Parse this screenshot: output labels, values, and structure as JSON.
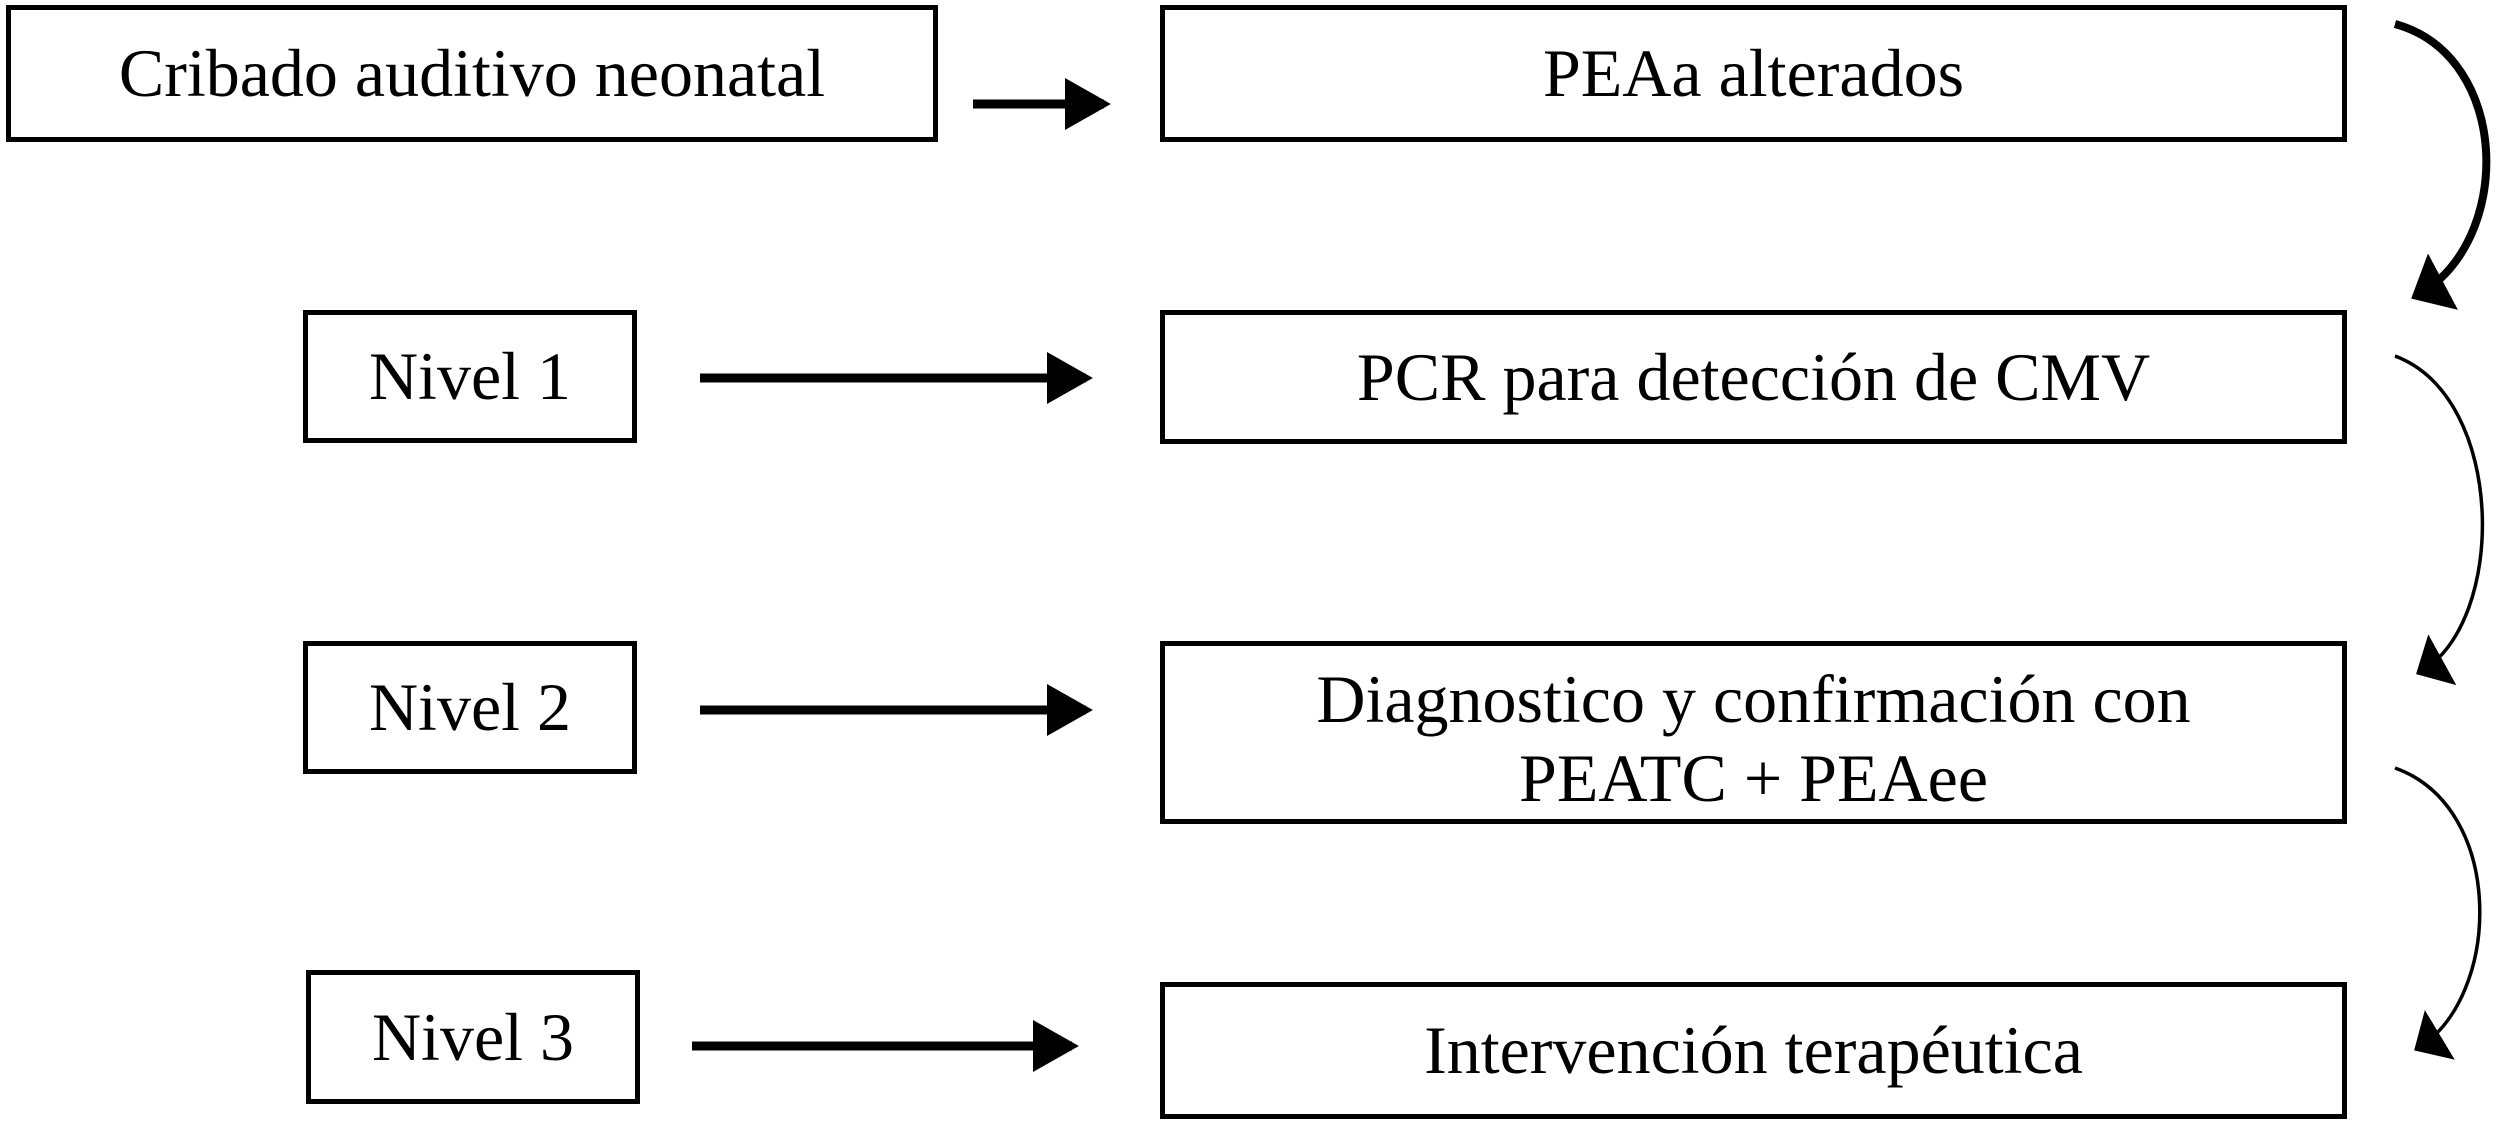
{
  "diagram": {
    "colors": {
      "ink": "#000000",
      "background": "#ffffff"
    },
    "boxes": {
      "cribado": "Cribado auditivo neonatal",
      "peaa": "PEAa alterados",
      "nivel1": "Nivel 1",
      "pcr": "PCR para detección de CMV",
      "diagnostico_line1": "Diagnostico y confirmación con",
      "diagnostico_line2": "PEATC + PEAee",
      "nivel2": "Nivel 2",
      "nivel3": "Nivel 3",
      "intervencion": "Intervención terapéutica"
    },
    "connections": [
      {
        "from": "Cribado auditivo neonatal",
        "to": "PEAa alterados",
        "style": "straight-arrow"
      },
      {
        "from": "PEAa alterados",
        "to": "PCR para detección de CMV",
        "style": "curved-arrow-right"
      },
      {
        "from": "Nivel 1",
        "to": "PCR para detección de CMV",
        "style": "straight-arrow"
      },
      {
        "from": "PCR para detección de CMV",
        "to": "Diagnostico y confirmación con PEATC + PEAee",
        "style": "curved-arrow-right"
      },
      {
        "from": "Nivel 2",
        "to": "Diagnostico y confirmación con PEATC + PEAee",
        "style": "straight-arrow"
      },
      {
        "from": "Diagnostico y confirmación con PEATC + PEAee",
        "to": "Intervención terapéutica",
        "style": "curved-arrow-right"
      },
      {
        "from": "Nivel 3",
        "to": "Intervención terapéutica",
        "style": "straight-arrow"
      }
    ]
  }
}
